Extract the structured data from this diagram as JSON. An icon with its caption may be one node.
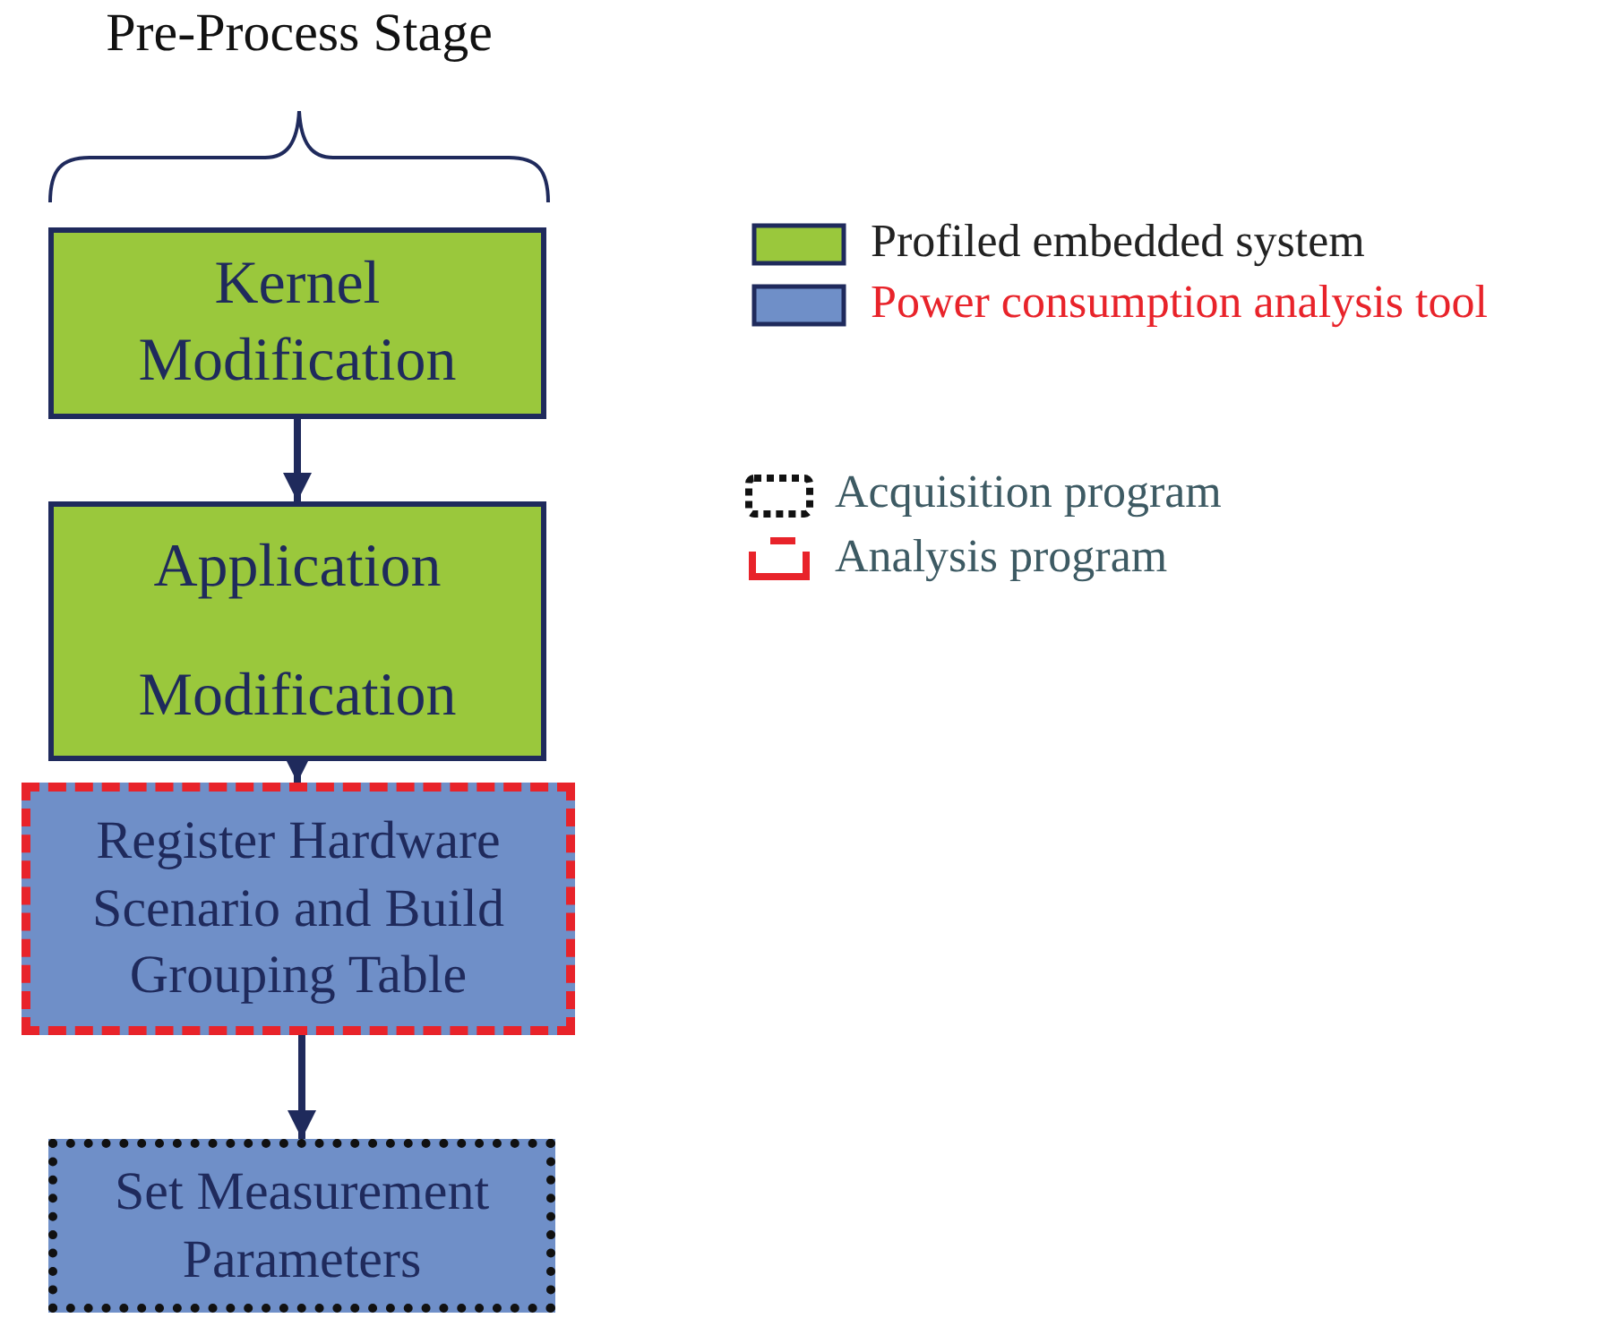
{
  "diagram": {
    "title": "Pre-Process Stage",
    "nodes": [
      {
        "text": [
          "Kernel Modification"
        ]
      },
      {
        "text": [
          "Application Modification"
        ]
      },
      {
        "text": [
          "Register Hardware Scenario and Build Grouping Table"
        ]
      },
      {
        "text": [
          "Set Measurement Parameters"
        ]
      }
    ],
    "edges": [
      {
        "from": 0,
        "to": 1,
        "arrow": "to"
      },
      {
        "from": 1,
        "to": 2,
        "arrow": "to"
      },
      {
        "from": 2,
        "to": 3,
        "arrow": "to"
      }
    ],
    "legend": [
      {
        "text": "Profiled embedded system",
        "color": "#9ac83c"
      },
      {
        "text": "Power consumption analysis tool",
        "color": "#6f8fc8"
      },
      {
        "text": "Acquisition program"
      },
      {
        "text": "Analysis program"
      }
    ]
  }
}
